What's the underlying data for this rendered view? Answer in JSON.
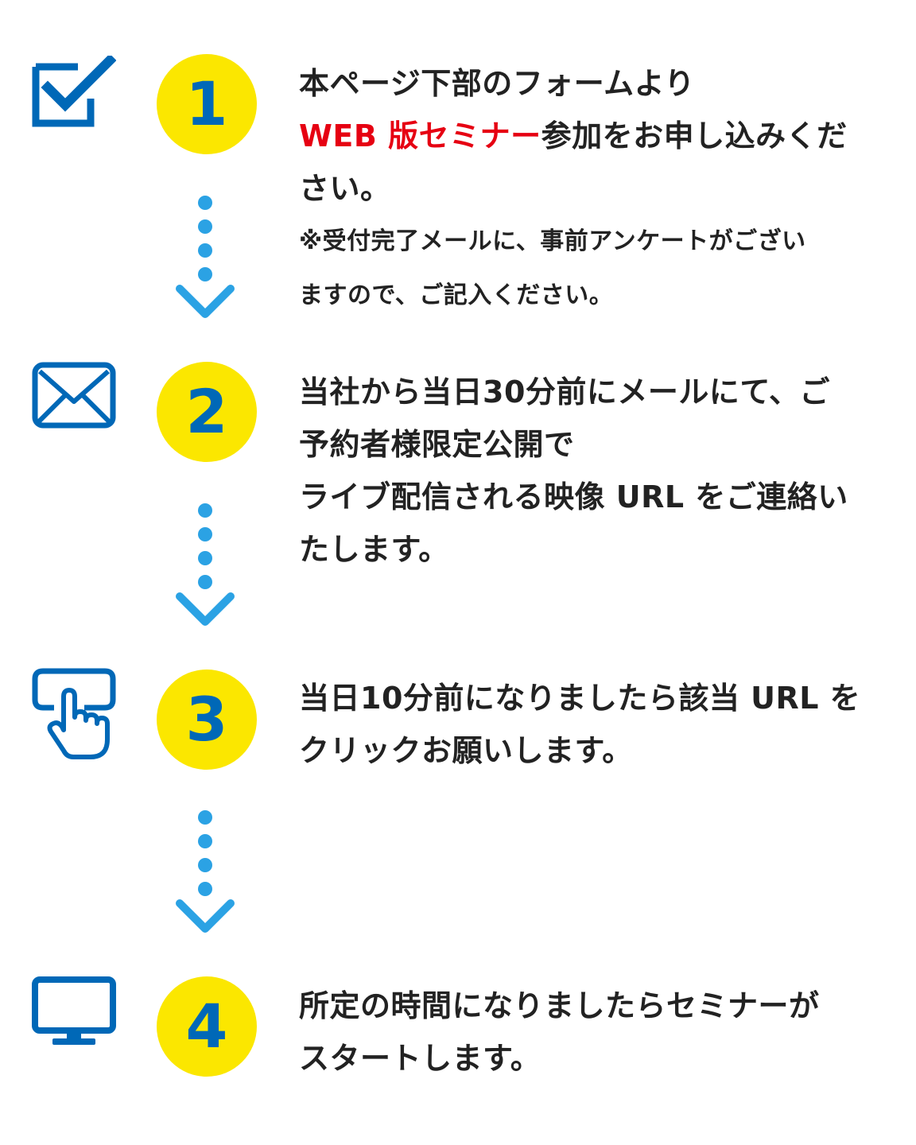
{
  "colors": {
    "icon_blue": "#0068b7",
    "number_circle": "#fbe700",
    "number_text": "#0068b7",
    "connector_blue": "#2ba2e4",
    "highlight_red": "#e60012",
    "text": "#222222"
  },
  "steps": [
    {
      "number": "1",
      "icon": "checkbox-icon",
      "line1": "本ページ下部のフォームより",
      "highlight": "WEB 版セミナー",
      "line2_rest": "参加をお申し込みくだ",
      "line3": "さい。",
      "note_line1": "※受付完了メールに、事前アンケートがござい",
      "note_line2": "ますので、ご記入ください。"
    },
    {
      "number": "2",
      "icon": "envelope-icon",
      "line1": "当社から当日30分前にメールにて、ご",
      "line2": "予約者様限定公開で",
      "line3": "ライブ配信される映像 URL をご連絡い",
      "line4": "たします。"
    },
    {
      "number": "3",
      "icon": "click-icon",
      "line1": "当日10分前になりましたら該当 URL を",
      "line2": "クリックお願いします。"
    },
    {
      "number": "4",
      "icon": "monitor-icon",
      "line1": "所定の時間になりましたらセミナーが",
      "line2": "スタートします。"
    }
  ]
}
